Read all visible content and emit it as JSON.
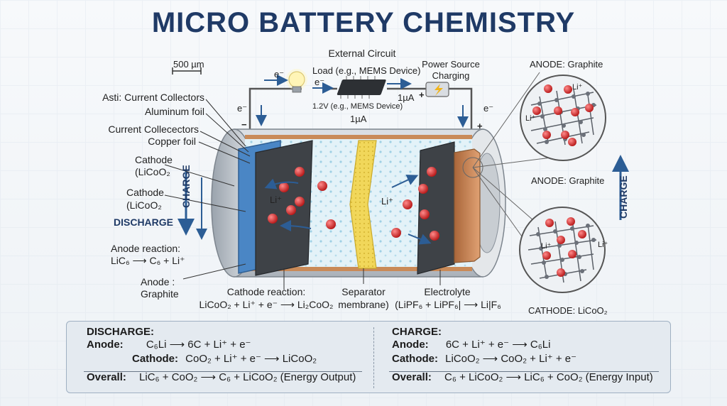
{
  "title": "MICRO BATTERY CHEMISTRY",
  "labels": {
    "scale_bar": "500 µm",
    "external_circuit": "External Circuit",
    "load": "Load (e.g., MEMS Device)",
    "power_source": "Power Source",
    "charging": "Charging",
    "voltage": "1.2V (e.g., MEMS Device)",
    "current_mid": "1µA",
    "current_right": "1µA",
    "electron_left": "e⁻",
    "electron_mid": "e⁻",
    "electron_down_left": "e⁻",
    "electron_down_right": "e⁻",
    "minus": "−",
    "plus": "+",
    "plus_source": "+",
    "asti_collectors": "Asti: Current Collectors",
    "aluminum_foil": "Aluminum foil",
    "copper_collectors": "Current Collecectors",
    "copper_foil": "Copper foil",
    "cathode_1a": "Cathode",
    "cathode_1b": "(LiCoO₂",
    "cathode_2a": "Cathode",
    "cathode_2b": "(LiCoO₂",
    "charge_left": "CHARGE",
    "discharge_left": "DISCHARGE",
    "anode_reaction_a": "Anode reaction:",
    "anode_reaction_b": "LiC₆ ⟶ C₆ + Li⁺",
    "anode_graphite_a": "Anode  :",
    "anode_graphite_b": "Graphite",
    "cathode_reaction_a": "Cathode reaction:",
    "cathode_reaction_b": "LiCoO₂ + Li⁺ + e⁻ ⟶ Li₂CoO₂",
    "separator_a": "Separator",
    "separator_b": "membrane)",
    "electrolyte_a": "Electrolyte",
    "electrolyte_b": "(LiPF₆ + LiPF₆| ⟶ Li|F₆",
    "li_ion_1": "Li⁺",
    "li_ion_2": "Li⁺",
    "anode_graphite_top": "ANODE: Graphite",
    "anode_graphite_mid": "ANODE: Graphite",
    "cathode_licoo2": "CATHODE: LiCoO₂",
    "charge_right": "CHARGE",
    "zoom_li_1": "Li⁺",
    "zoom_li_2": "Li⁺",
    "zoom_li_3": "Li⁺",
    "zoom_li_4": "Li⁺"
  },
  "equations": {
    "discharge": {
      "heading": "DISCHARGE:",
      "anode_key": "Anode:",
      "anode_eq": "C₆Li  ⟶ 6C + Li⁺ + e⁻",
      "cathode_key": "Cathode:",
      "cathode_eq": "CoO₂ + Li⁺ + e⁻ ⟶ LiCoO₂",
      "overall_key": "Overall:",
      "overall_eq": "LiC₆ + CoO₂ ⟶ C₆ + LiCoO₂ (Energy Output)"
    },
    "charge": {
      "heading": "CHARGE:",
      "anode_key": "Anode:",
      "anode_eq": "6C + Li⁺ + e⁻ ⟶ C₆Li",
      "cathode_key": "Cathode:",
      "cathode_eq": "LiCoO₂ ⟶ CoO₂ + Li⁺ + e⁻",
      "overall_key": "Overall:",
      "overall_eq": "C₆ + LiCoO₂ ⟶ LiC₆ + CoO₂ (Energy Input)"
    }
  },
  "colors": {
    "title": "#1f3a66",
    "cathode_collector": "#4a86c5",
    "anode_collector": "#c98a58",
    "separator": "#f1d75a",
    "electrolyte": "#dfeff6",
    "li_ion": "#d62b2b",
    "arrow": "#2c5d95"
  },
  "icons": [
    "light-bulb-icon",
    "chip-icon",
    "battery-icon",
    "lightning-icon"
  ]
}
